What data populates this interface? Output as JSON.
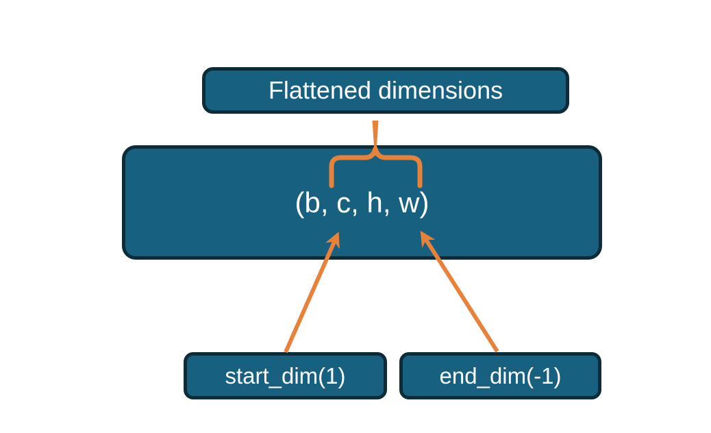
{
  "diagram": {
    "title_node": {
      "label": "Flattened dimensions"
    },
    "tensor_node": {
      "label": "(b, c, h, w)"
    },
    "start_node": {
      "label": "start_dim(1)"
    },
    "end_node": {
      "label": "end_dim(-1)"
    }
  },
  "colors": {
    "node_fill": "#17607f",
    "node_border": "#0e2b38",
    "connector": "#e8823a",
    "text": "#ffffff",
    "background": "#ffffff"
  }
}
